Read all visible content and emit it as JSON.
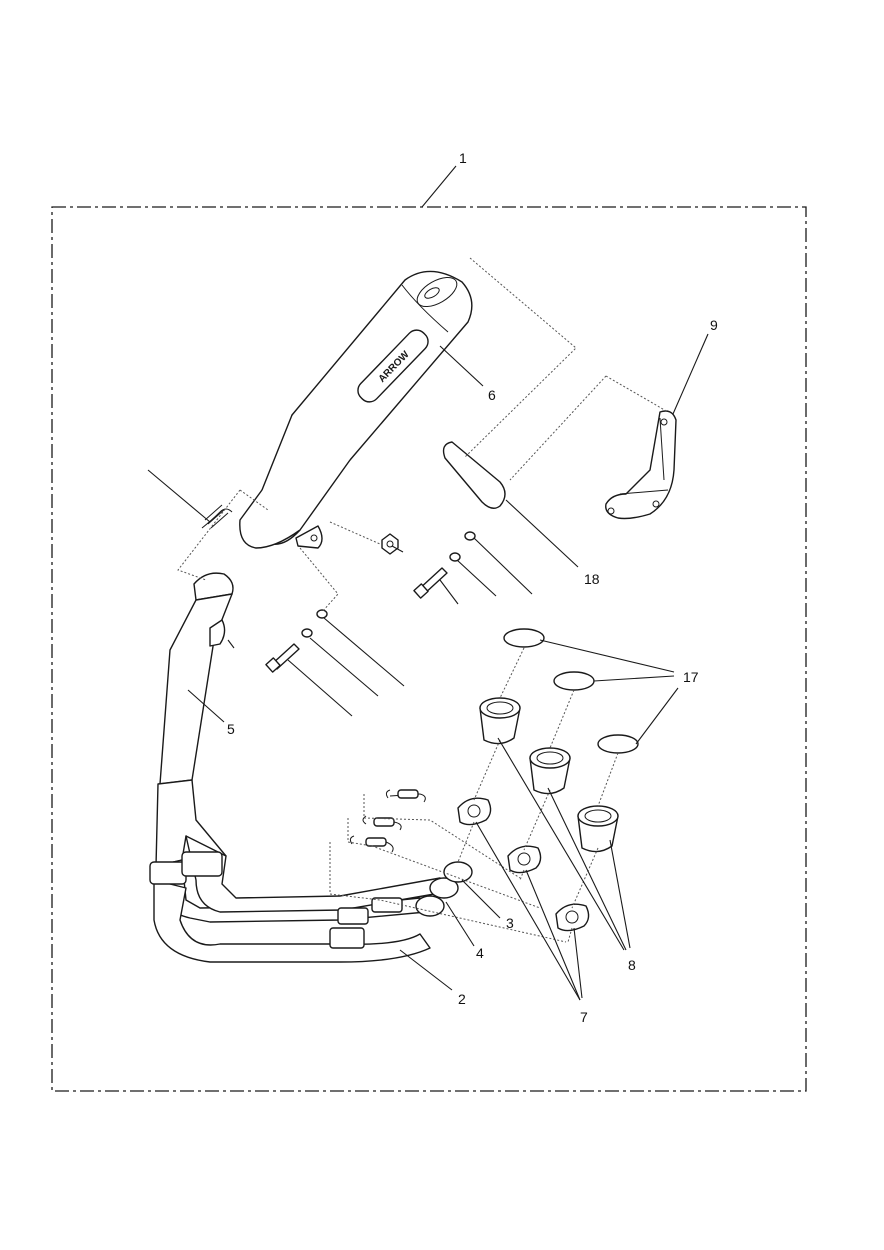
{
  "callouts": {
    "c1": "1",
    "c2": "2",
    "c3": "3",
    "c4": "4",
    "c5": "5",
    "c6": "6",
    "c7": "7",
    "c8": "8",
    "c9": "9",
    "c17": "17",
    "c18": "18"
  },
  "silencer_logo": "ARROW",
  "colors": {
    "line": "#1a1a1a",
    "background": "#ffffff"
  }
}
